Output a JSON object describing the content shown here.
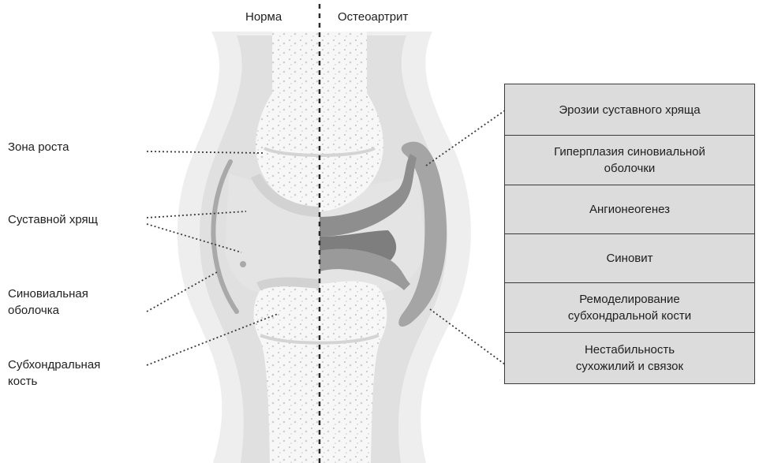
{
  "headers": {
    "normal": "Норма",
    "oa": "Остеоартрит"
  },
  "left_labels": [
    "Зона роста",
    "Суставной хрящ",
    "Синовиальная\nоболочка",
    "Субхондральная\nкость"
  ],
  "right_items": [
    "Эрозии суставного хряща",
    "Гиперплазия синовиальной\nоболочки",
    "Ангионеогенез",
    "Синовит",
    "Ремоделирование\nсубхондральной кости",
    "Нестабильность\nсухожилий и связок"
  ],
  "colors": {
    "soft_tissue": "#ededed",
    "capsule": "#dedede",
    "bone": "#f7f7f7",
    "cartilage": "#d6d6d6",
    "synovium": "#a8a8a8",
    "erosion": "#8f8f8f",
    "box": "#dcdcdc"
  }
}
